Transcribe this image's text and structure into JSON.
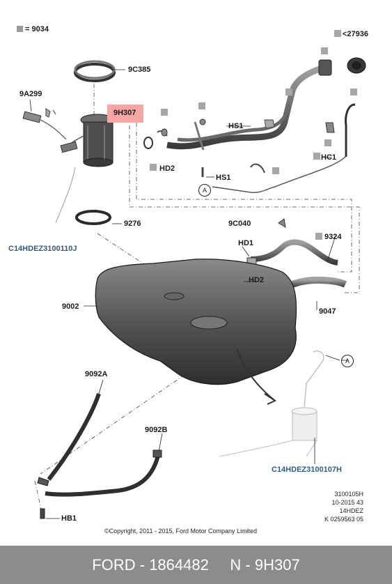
{
  "legend": {
    "square_symbol": "■",
    "equals_code": "= 9034"
  },
  "labels": {
    "part_27936": "<27936",
    "part_9c385": "9C385",
    "part_9a299": "9A299",
    "part_9h307": "9H307",
    "part_hs1_top": "HS1",
    "part_hd2_left": "HD2",
    "part_hs1_mid": "HS1",
    "part_hc1": "HC1",
    "part_a_top": "A",
    "part_9276": "9276",
    "part_9c040": "9C040",
    "part_c14_left": "C14HDEZ3100110J",
    "part_hd1": "HD1",
    "part_9324": "9324",
    "part_hd2_right": "HD2",
    "part_9002": "9002",
    "part_9047": "9047",
    "part_a_bottom": "A",
    "part_9092a": "9092A",
    "part_9092b": "9092B",
    "part_c14_right": "C14HDEZ3100107H",
    "part_hb1": "HB1"
  },
  "reference": {
    "line1": "3100105H",
    "line2": "10-2015 43",
    "line3": "14HDEZ",
    "line4": "K 0259563 05"
  },
  "copyright": "©Copyright, 2011 - 2015, Ford Motor Company Limited",
  "footer": {
    "brand": "FORD",
    "part_number": "1864482",
    "sep": "-",
    "ref_prefix": "N",
    "ref_code": "9H307"
  },
  "colors": {
    "highlight": "#f7a5a5",
    "footer_bg": "#8c8c8c",
    "label_blue": "#2b5c8a"
  }
}
